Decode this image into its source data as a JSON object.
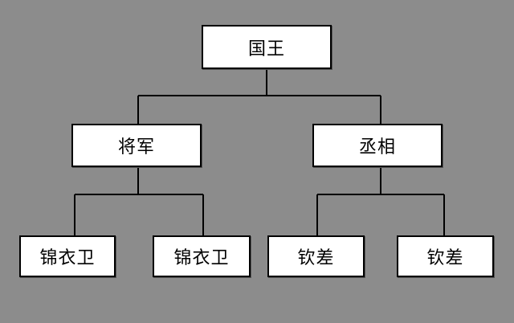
{
  "hierarchy": {
    "root": {
      "label": "国王"
    },
    "branches": [
      {
        "label": "将军",
        "children": [
          {
            "label": "锦衣卫"
          },
          {
            "label": "锦衣卫"
          }
        ]
      },
      {
        "label": "丞相",
        "children": [
          {
            "label": "钦差"
          },
          {
            "label": "钦差"
          }
        ]
      }
    ]
  },
  "colors": {
    "background": "#8c8c8c",
    "node_fill": "#ffffff",
    "line": "#000000"
  }
}
